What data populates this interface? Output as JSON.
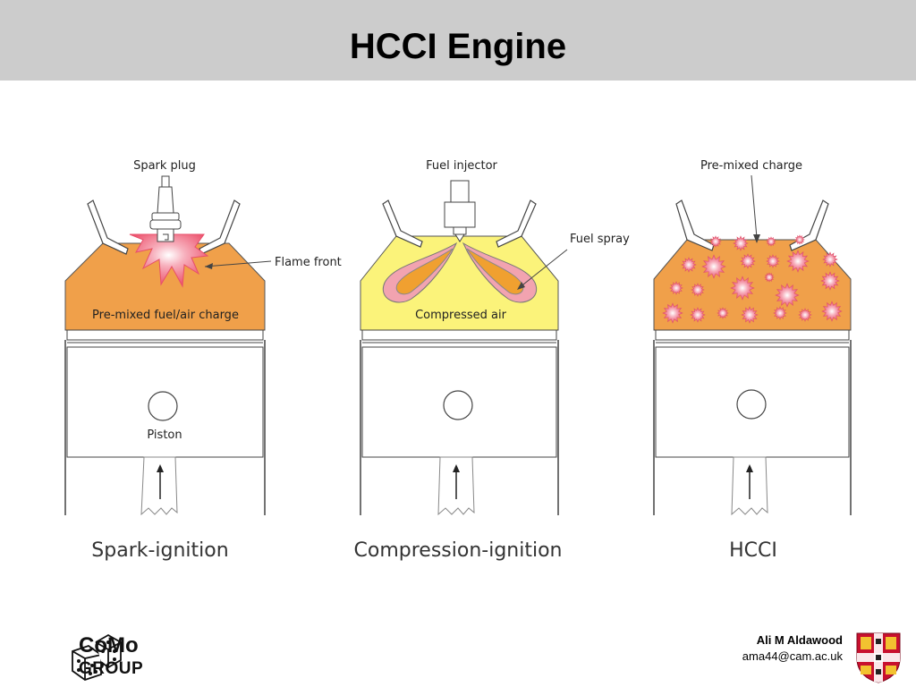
{
  "slide": {
    "title": "HCCI Engine"
  },
  "panels": [
    {
      "caption": "Spark-ignition",
      "labels": {
        "top": "Spark plug",
        "side": "Flame front",
        "charge": "Pre-mixed fuel/air charge",
        "piston": "Piston"
      },
      "charge_color": "#f0a04a"
    },
    {
      "caption": "Compression-ignition",
      "labels": {
        "top": "Fuel injector",
        "side": "Fuel spray",
        "charge": "Compressed air"
      },
      "charge_color": "#fbf37a"
    },
    {
      "caption": "HCCI",
      "labels": {
        "top": "Pre-mixed charge"
      },
      "charge_color": "#f0a04a"
    }
  ],
  "footer": {
    "logo_line1": "CoMo",
    "logo_line2": "GROUP",
    "author_name": "Ali M Aldawood",
    "author_email": "ama44@cam.ac.uk"
  },
  "icons": [
    "dice-icon",
    "university-crest-icon"
  ]
}
